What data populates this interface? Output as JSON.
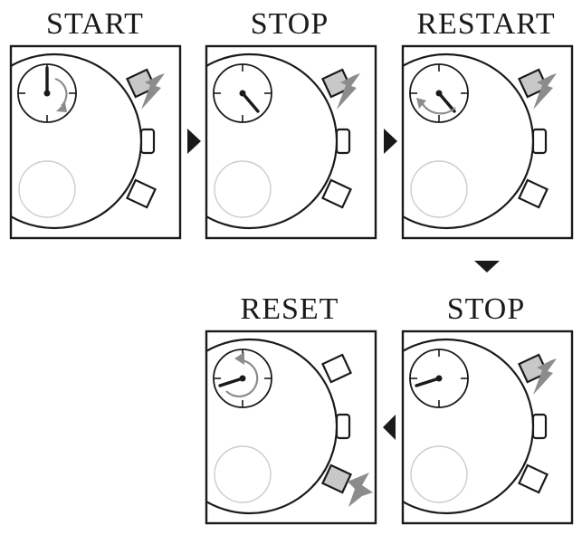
{
  "steps": [
    {
      "id": "start",
      "label": "START",
      "hand": "up",
      "arc": "cw",
      "pressed": "top"
    },
    {
      "id": "stop1",
      "label": "STOP",
      "hand": "diag",
      "arc": "none",
      "pressed": "top"
    },
    {
      "id": "restart",
      "label": "RESTART",
      "hand": "diag",
      "arc": "ccw",
      "pressed": "top"
    },
    {
      "id": "stop2",
      "label": "STOP",
      "hand": "left",
      "arc": "none",
      "pressed": "top"
    },
    {
      "id": "reset",
      "label": "RESET",
      "hand": "left",
      "arc": "back",
      "pressed": "bottom"
    }
  ],
  "colors": {
    "line": "#1a1a1a",
    "pressed_fill": "#c8c8c8",
    "arrow_fill": "#8c8c8c",
    "faint_circle": "#cccccc",
    "flow_arrow": "#1a1a1a"
  },
  "icons": {
    "press_arrow": "press-arrow-icon",
    "flow_arrow": "triangle-arrow-icon"
  }
}
